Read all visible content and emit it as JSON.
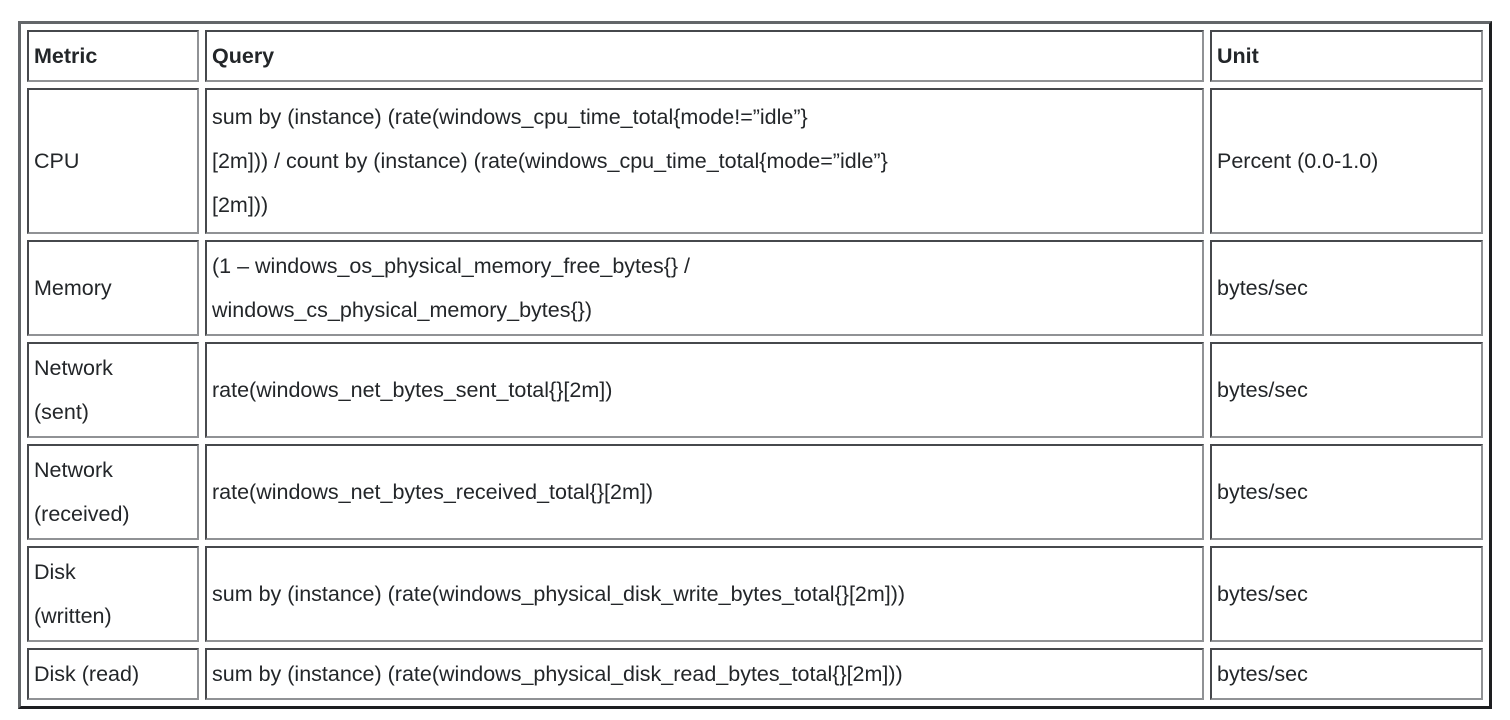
{
  "table": {
    "columns": [
      {
        "id": "metric",
        "label": "Metric"
      },
      {
        "id": "query",
        "label": "Query"
      },
      {
        "id": "unit",
        "label": "Unit"
      }
    ],
    "rows": [
      {
        "metric": "CPU",
        "query": "sum by (instance) (rate(windows_cpu_time_total{mode!=”idle”}\n[2m])) / count by (instance) (rate(windows_cpu_time_total{mode=”idle”}\n[2m]))",
        "unit": "Percent (0.0-1.0)"
      },
      {
        "metric": "Memory",
        "query": "(1 – windows_os_physical_memory_free_bytes{} /\nwindows_cs_physical_memory_bytes{})",
        "unit": "bytes/sec"
      },
      {
        "metric": "Network\n(sent)",
        "query": "rate(windows_net_bytes_sent_total{}[2m])",
        "unit": "bytes/sec"
      },
      {
        "metric": "Network\n(received)",
        "query": "rate(windows_net_bytes_received_total{}[2m])",
        "unit": "bytes/sec"
      },
      {
        "metric": "Disk\n(written)",
        "query": "sum by (instance) (rate(windows_physical_disk_write_bytes_total{}[2m]))",
        "unit": "bytes/sec"
      },
      {
        "metric": "Disk (read)",
        "query": "sum by (instance) (rate(windows_physical_disk_read_bytes_total{}[2m]))",
        "unit": "bytes/sec"
      }
    ]
  }
}
